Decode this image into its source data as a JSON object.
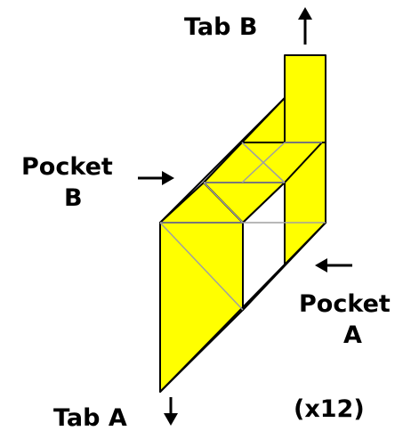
{
  "labels": {
    "tab_b": "Tab B",
    "pocket_b_line1": "Pocket",
    "pocket_b_line2": "B",
    "pocket_a_line1": "Pocket",
    "pocket_a_line2": "A",
    "tab_a": "Tab A",
    "count": "(x12)"
  },
  "colors": {
    "fill": "#ffff00",
    "outline": "#000000",
    "fold_line": "#a0a0a0",
    "background": "#ffffff"
  },
  "icons": {
    "tab_b_arrow": "arrow-up",
    "pocket_b_arrow": "arrow-right",
    "pocket_a_arrow": "arrow-left",
    "tab_a_arrow": "arrow-down"
  }
}
